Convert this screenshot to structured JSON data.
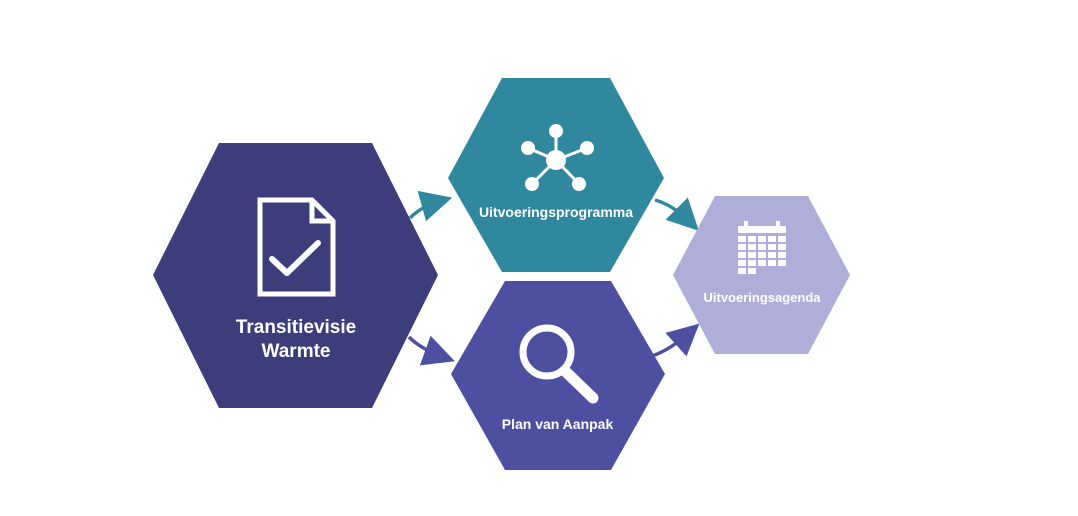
{
  "colors": {
    "transitievisie": "#3e3d7c",
    "uitvoeringsprogramma": "#2f889d",
    "plan_van_aanpak": "#4d4fa0",
    "uitvoeringsagenda": "#aeaed8",
    "connector_teal": "#2f889d",
    "connector_indigo": "#4d4fa0",
    "icon": "#ffffff"
  },
  "nodes": {
    "transitievisie": {
      "label_line1": "Transitievisie",
      "label_line2": "Warmte",
      "icon": "document-check-icon"
    },
    "uitvoeringsprogramma": {
      "label": "Uitvoeringsprogramma",
      "icon": "network-hub-icon"
    },
    "plan_van_aanpak": {
      "label": "Plan van Aanpak",
      "icon": "magnifier-icon"
    },
    "uitvoeringsagenda": {
      "label": "Uitvoeringsagenda",
      "icon": "calendar-icon"
    }
  },
  "connectors": [
    {
      "from": "transitievisie",
      "to": "uitvoeringsprogramma",
      "color": "teal"
    },
    {
      "from": "uitvoeringsprogramma",
      "to": "uitvoeringsagenda",
      "color": "teal"
    },
    {
      "from": "transitievisie",
      "to": "plan_van_aanpak",
      "color": "indigo"
    },
    {
      "from": "plan_van_aanpak",
      "to": "uitvoeringsagenda",
      "color": "indigo"
    }
  ]
}
